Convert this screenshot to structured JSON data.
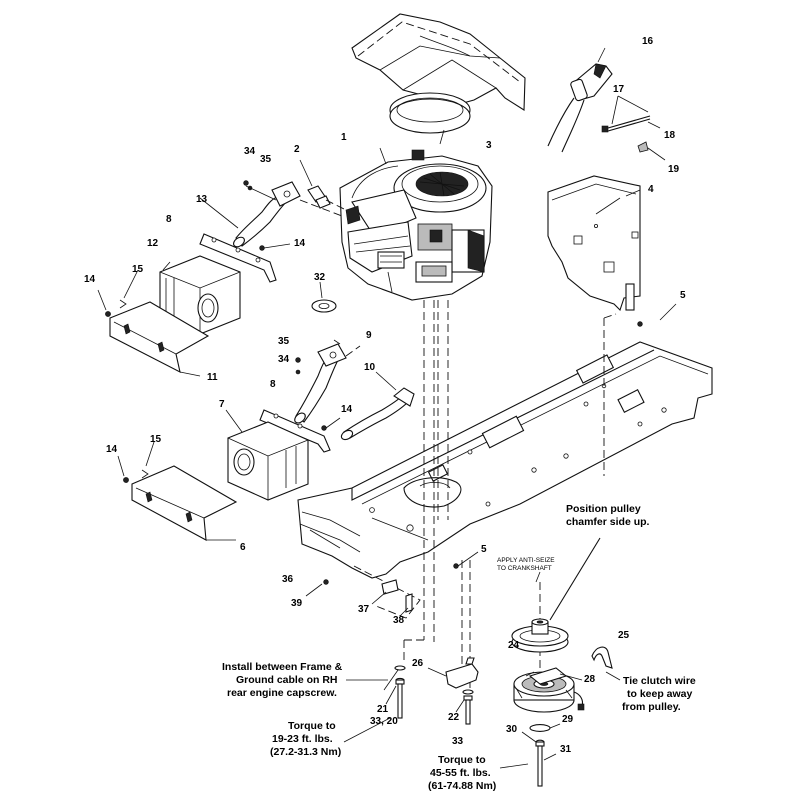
{
  "callouts": {
    "c1": "1",
    "c2": "2",
    "c3": "3",
    "c4": "4",
    "c5a": "5",
    "c5b": "5",
    "c6": "6",
    "c7": "7",
    "c8a": "8",
    "c8b": "8",
    "c9": "9",
    "c10": "10",
    "c11": "11",
    "c12": "12",
    "c13": "13",
    "c14a": "14",
    "c14b": "14",
    "c14c": "14",
    "c14d": "14",
    "c15a": "15",
    "c15b": "15",
    "c16": "16",
    "c17": "17",
    "c18": "18",
    "c19": "19",
    "c21": "21",
    "c22": "22",
    "c24": "24",
    "c25": "25",
    "c26": "26",
    "c28": "28",
    "c29": "29",
    "c30": "30",
    "c31": "31",
    "c32": "32",
    "c33a": "33",
    "c3320": "33, 20",
    "c34a": "34",
    "c34b": "34",
    "c35a": "35",
    "c35b": "35",
    "c36": "36",
    "c37": "37",
    "c38": "38",
    "c39": "39"
  },
  "notes": {
    "pulley_1": "Position pulley",
    "pulley_2": "chamfer side up.",
    "antiseize_1": "APPLY ANTI-SEIZE",
    "antiseize_2": "TO CRANKSHAFT",
    "install_1": "Install between Frame &",
    "install_2": "Ground cable on RH",
    "install_3": "rear engine capscrew.",
    "torque1_1": "Torque to",
    "torque1_2": "19-23 ft. lbs.",
    "torque1_3": "(27.2-31.3 Nm)",
    "torque2_1": "Torque to",
    "torque2_2": "45-55 ft. lbs.",
    "torque2_3": "(61-74.88 Nm)",
    "clutch_1": "Tie clutch wire",
    "clutch_2": "to keep away",
    "clutch_3": "from pulley."
  }
}
